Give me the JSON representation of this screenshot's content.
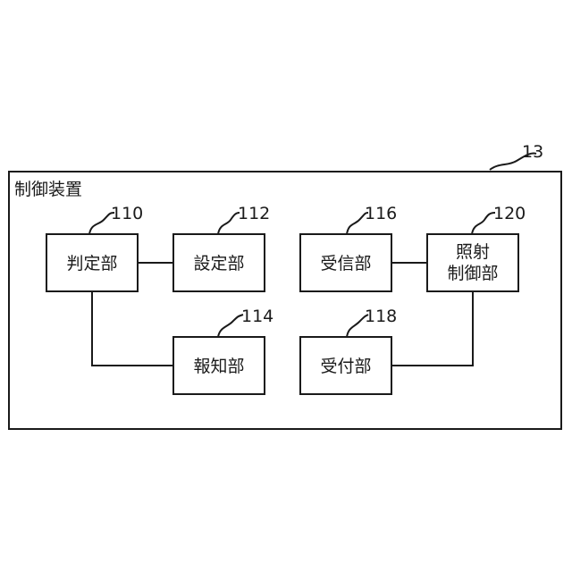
{
  "diagram": {
    "container": {
      "ref": "13",
      "label": "制御装置"
    },
    "blocks": [
      {
        "id": "judgment",
        "ref": "110",
        "lines": [
          "判定部"
        ]
      },
      {
        "id": "setting",
        "ref": "112",
        "lines": [
          "設定部"
        ]
      },
      {
        "id": "notification",
        "ref": "114",
        "lines": [
          "報知部"
        ]
      },
      {
        "id": "receiver",
        "ref": "116",
        "lines": [
          "受信部"
        ]
      },
      {
        "id": "acceptance",
        "ref": "118",
        "lines": [
          "受付部"
        ]
      },
      {
        "id": "irradiation-control",
        "ref": "120",
        "lines": [
          "照射",
          "制御部"
        ]
      }
    ],
    "connections": [
      {
        "from": "judgment",
        "to": "setting"
      },
      {
        "from": "judgment",
        "to": "notification"
      },
      {
        "from": "receiver",
        "to": "irradiation-control"
      },
      {
        "from": "irradiation-control",
        "to": "acceptance"
      }
    ]
  }
}
